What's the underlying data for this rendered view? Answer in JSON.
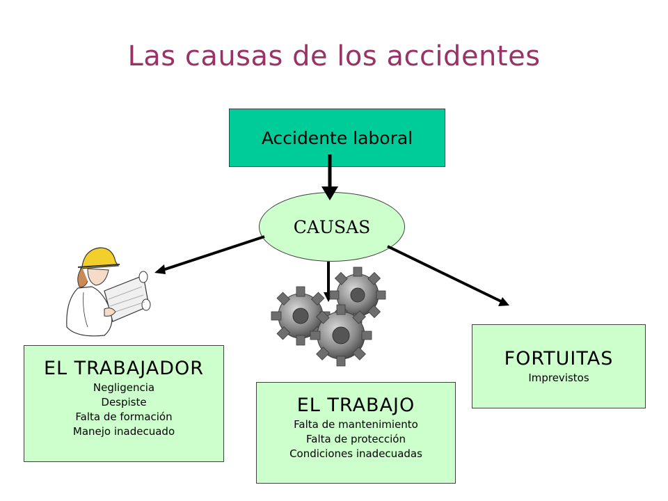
{
  "title": "Las causas de los accidentes",
  "accident": "Accidente laboral",
  "causas": "CAUSAS",
  "trabajador": {
    "heading": "EL TRABAJADOR",
    "items": [
      "Negligencia",
      "Despiste",
      "Falta de formación",
      "Manejo inadecuado"
    ]
  },
  "trabajo": {
    "heading": "EL TRABAJO",
    "items": [
      "Falta de mantenimiento",
      "Falta de protección",
      "Condiciones inadecuadas"
    ]
  },
  "fortuitas": {
    "heading": "FORTUITAS",
    "items": [
      "Imprevistos"
    ]
  },
  "colors": {
    "title": "#993366",
    "accident_fill": "#00cc99",
    "cause_fill": "#ccffcc",
    "arrow": "#000000"
  },
  "illustrations": [
    "worker-reading-plans-icon",
    "gears-icon"
  ]
}
